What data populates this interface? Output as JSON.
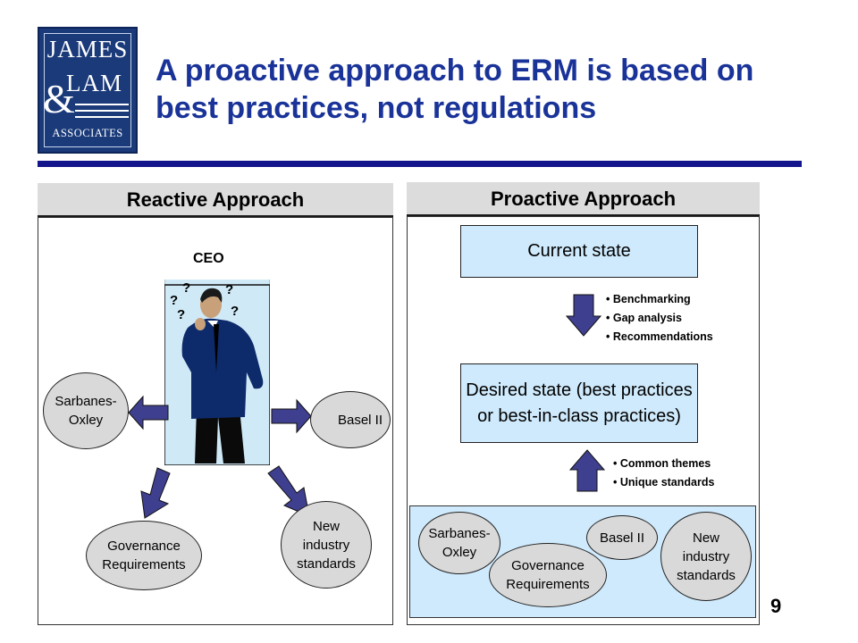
{
  "logo": {
    "line1": "JAMES",
    "line2": "LAM",
    "ampersand": "&",
    "line3": "ASSOCIATES"
  },
  "title": "A proactive approach to ERM is based on best practices, not regulations",
  "reactive": {
    "header": "Reactive Approach",
    "ceo_label": "CEO",
    "question_mark": "?",
    "sarbanes": "Sarbanes-\nOxley",
    "basel": "Basel II",
    "governance": "Governance\nRequirements",
    "industry": "New\nindustry\nstandards"
  },
  "proactive": {
    "header": "Proactive Approach",
    "current_state": "Current state",
    "desired_state": "Desired state (best practices or best-in-class practices)",
    "down_bullets": [
      "Benchmarking",
      "Gap analysis",
      "Recommendations"
    ],
    "up_bullets": [
      "Common themes",
      "Unique standards"
    ],
    "sarbanes": "Sarbanes-\nOxley",
    "governance": "Governance\nRequirements",
    "basel": "Basel II",
    "industry": "New\nindustry\nstandards"
  },
  "page_number": "9",
  "colors": {
    "title": "#1a3399",
    "rule": "#14148c",
    "logo_bg": "#1a3a7a",
    "arrow": "#3f3f8f",
    "state_box": "#cfeafc"
  }
}
